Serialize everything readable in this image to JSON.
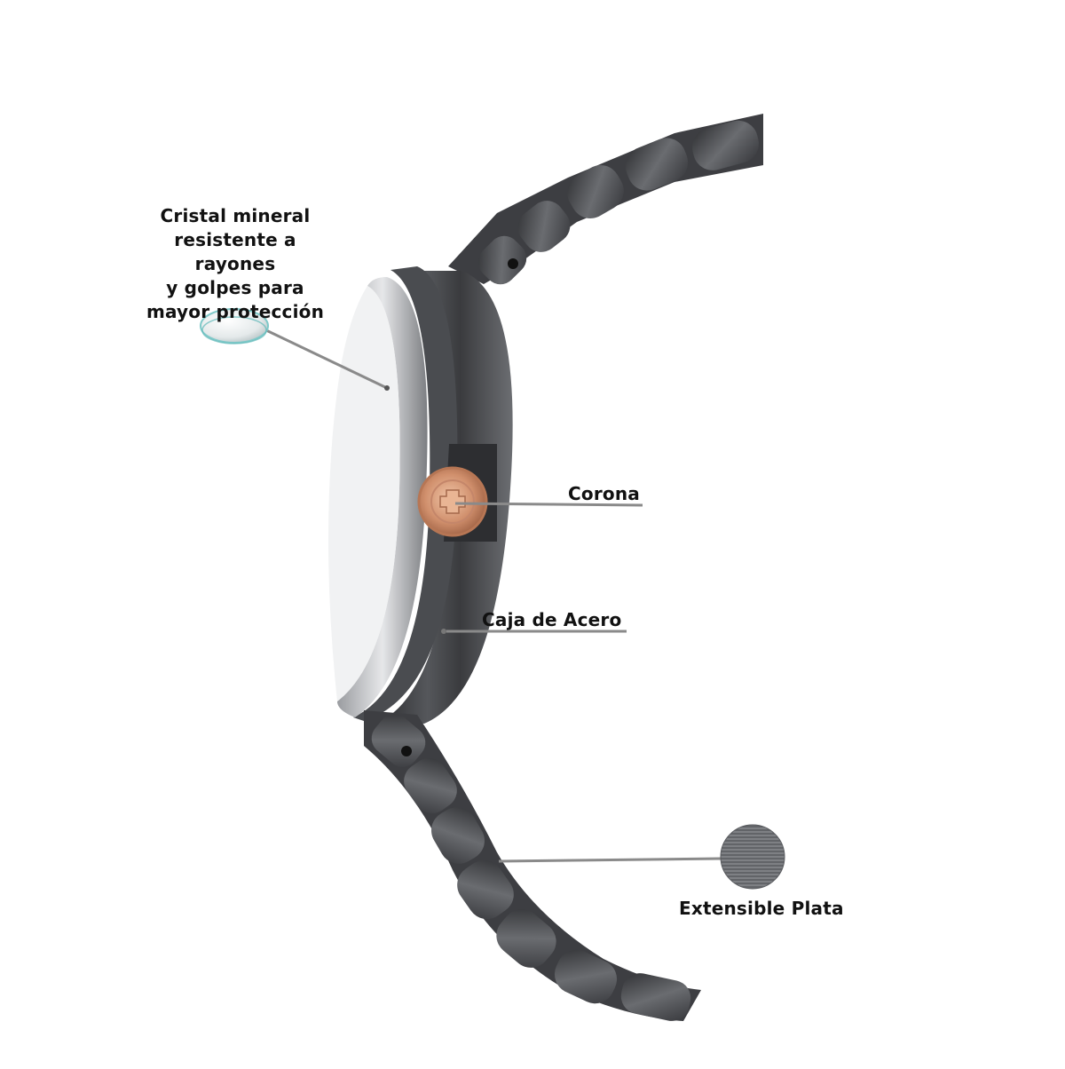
{
  "colors": {
    "background": "#ffffff",
    "metal_dark": "#3a3b3e",
    "metal_mid": "#5a5c60",
    "metal_light": "#8a8c90",
    "crown_rose_gold": "#d08f6c",
    "label_text": "#111111",
    "leader_line": "#8a8a8a"
  },
  "icons": {
    "crystal": "mineral-crystal-lens-icon",
    "bracelet_swatch": "brushed-steel-swatch-icon"
  },
  "callouts": {
    "crystal": {
      "lines": [
        "Cristal mineral",
        "resistente a rayones",
        "y golpes para",
        "mayor protección"
      ]
    },
    "crown": {
      "label": "Corona"
    },
    "case": {
      "label": "Caja de Acero"
    },
    "bracelet": {
      "label": "Extensible Plata"
    }
  }
}
